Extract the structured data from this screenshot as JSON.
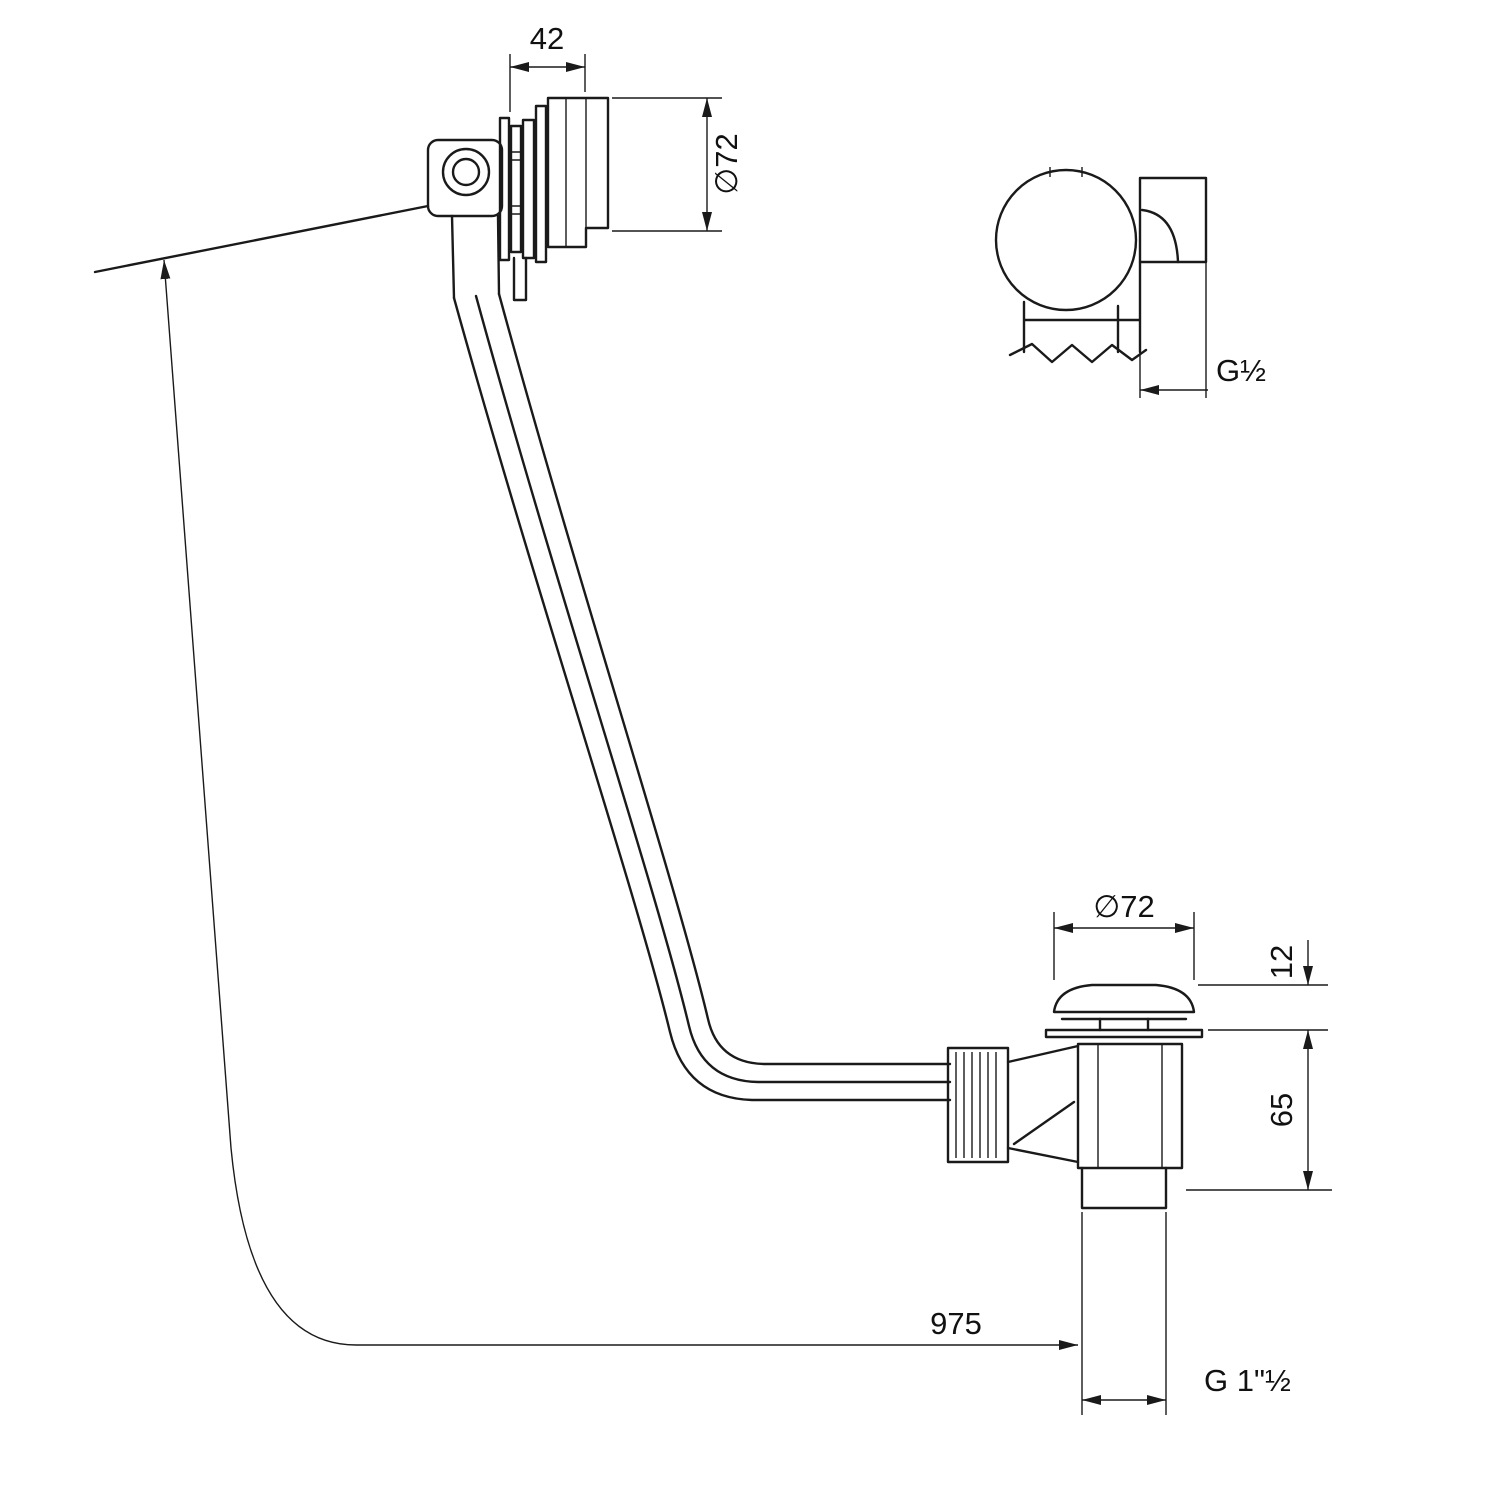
{
  "page": {
    "background": "#ffffff",
    "line_color": "#1a1a1a",
    "description": "Technical dimension drawing of a bath waste, overflow filler and pop-up drain with bowden cable"
  },
  "labels": {
    "overflow_width": "42",
    "overflow_diameter": "∅72",
    "overflow_thread": "G½",
    "drain_diameter": "∅72",
    "plug_height": "12",
    "waste_height": "65",
    "cable_length": "975",
    "outlet_thread": "G 1\"½"
  }
}
